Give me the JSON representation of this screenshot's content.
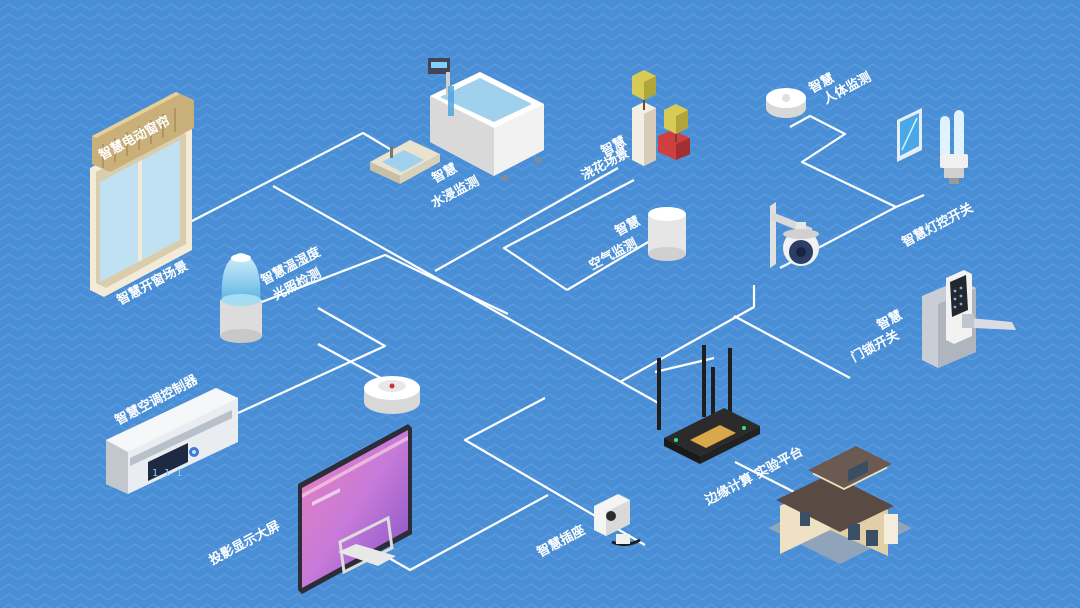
{
  "diagram": {
    "hub": {
      "label": "边缘计算 实验平台"
    },
    "devices": [
      {
        "id": "curtain",
        "label": "智慧电动窗帘"
      },
      {
        "id": "window",
        "label": "智慧开窗场景"
      },
      {
        "id": "bathtub",
        "label_line1": "智慧",
        "label_line2": "水浸监测"
      },
      {
        "id": "plants",
        "label_line1": "智慧",
        "label_line2": "浇花场景"
      },
      {
        "id": "body-sensor",
        "label_line1": "智慧",
        "label_line2": "人体监测"
      },
      {
        "id": "light",
        "label": "智慧灯控开关"
      },
      {
        "id": "air",
        "label_line1": "智慧",
        "label_line2": "空气监测"
      },
      {
        "id": "humidity",
        "label_line1": "智慧温湿度",
        "label_line2": "光照检测"
      },
      {
        "id": "lock",
        "label_line1": "智慧",
        "label_line2": "门锁开关"
      },
      {
        "id": "aircon",
        "label": "智慧空调控制器"
      },
      {
        "id": "screen",
        "label": "投影显示大屏"
      },
      {
        "id": "socket",
        "label": "智慧插座"
      }
    ],
    "colors": {
      "background": "#4a8fd6",
      "grid": "#5a9be0",
      "lines": "#ffffff"
    }
  }
}
